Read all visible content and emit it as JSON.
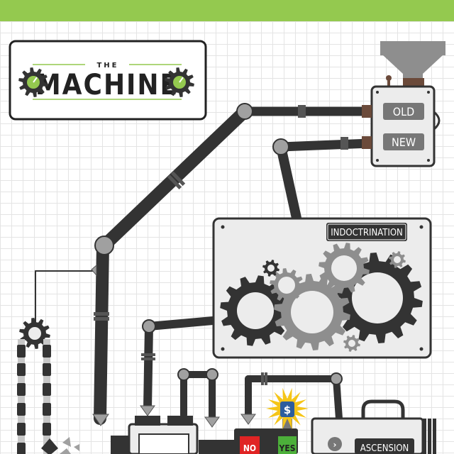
{
  "title": {
    "small": "THE",
    "main": "MACHINE"
  },
  "labels": {
    "old": "OLD",
    "new": "NEW",
    "indoctrination": "INDOCTRINATION",
    "no": "NO",
    "yes": "YES",
    "dollar": "$",
    "ascension": "ASCENSION"
  },
  "colors": {
    "accent_green": "#94c94f",
    "pipe": "#333333",
    "gear_dark": "#333333",
    "gear_light": "#8e8e8e",
    "panel": "#ececec",
    "no_red": "#e02424",
    "yes_green": "#4caf3a",
    "spark_yellow": "#f5c518",
    "dollar_blue": "#2c5d9e"
  }
}
